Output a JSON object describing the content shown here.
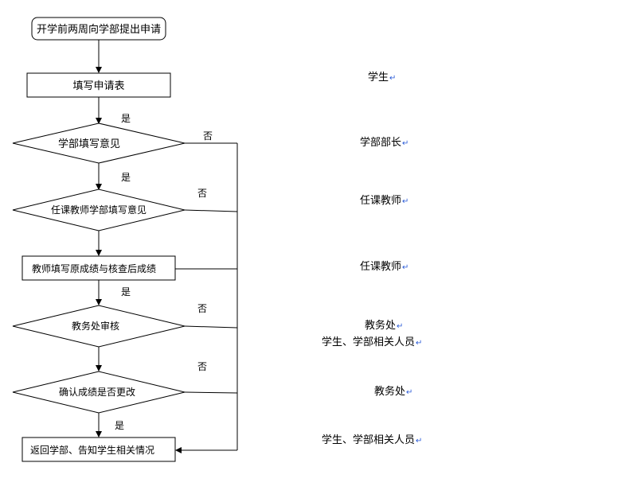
{
  "diagram": {
    "title_node": "开学前两周向学部提出申请",
    "nodes": [
      {
        "id": "start",
        "shape": "rounded",
        "label": "开学前两周向学部提出申请"
      },
      {
        "id": "fill",
        "shape": "rect",
        "label": "填写申请表"
      },
      {
        "id": "d1",
        "shape": "diamond",
        "label": "学部填写意见"
      },
      {
        "id": "d2",
        "shape": "diamond",
        "label": "任课教师学部填写意见"
      },
      {
        "id": "scores",
        "shape": "rect",
        "label": "教师填写原成绩与核查后成绩"
      },
      {
        "id": "d3",
        "shape": "diamond",
        "label": "教务处审核"
      },
      {
        "id": "d4",
        "shape": "diamond",
        "label": "确认成绩是否更改"
      },
      {
        "id": "end",
        "shape": "rect",
        "label": "返回学部、告知学生相关情况"
      }
    ],
    "yes_label": "是",
    "no_label": "否",
    "para_mark": "↵"
  },
  "roles": {
    "r1": "学生",
    "r2": "学部部长",
    "r3": "任课教师",
    "r4": "任课教师",
    "r5a": "教务处",
    "r5b": "学生、学部相关人员",
    "r6": "教务处",
    "r7": "学生、学部相关人员"
  }
}
